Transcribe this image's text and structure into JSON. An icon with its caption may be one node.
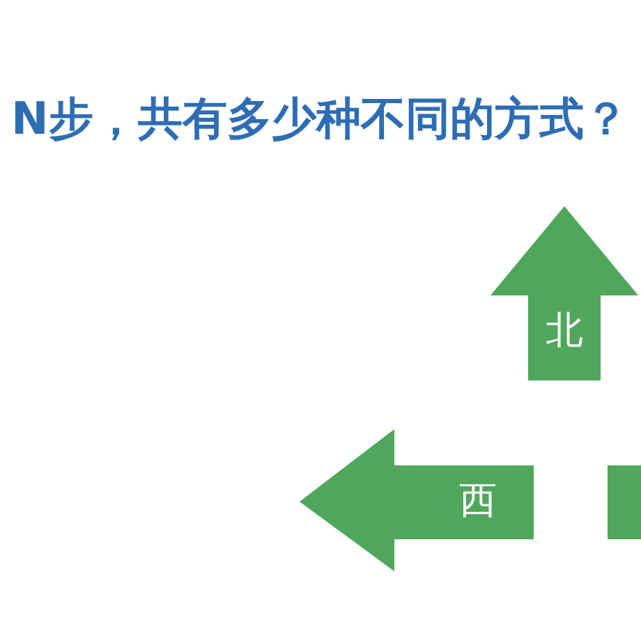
{
  "diagram": {
    "title": "N步，共有多少种不同的方式？",
    "nodes": [
      {
        "text": [
          "北"
        ]
      },
      {
        "text": [
          "西"
        ]
      },
      {
        "text": [],
        "shape": "box"
      }
    ]
  }
}
